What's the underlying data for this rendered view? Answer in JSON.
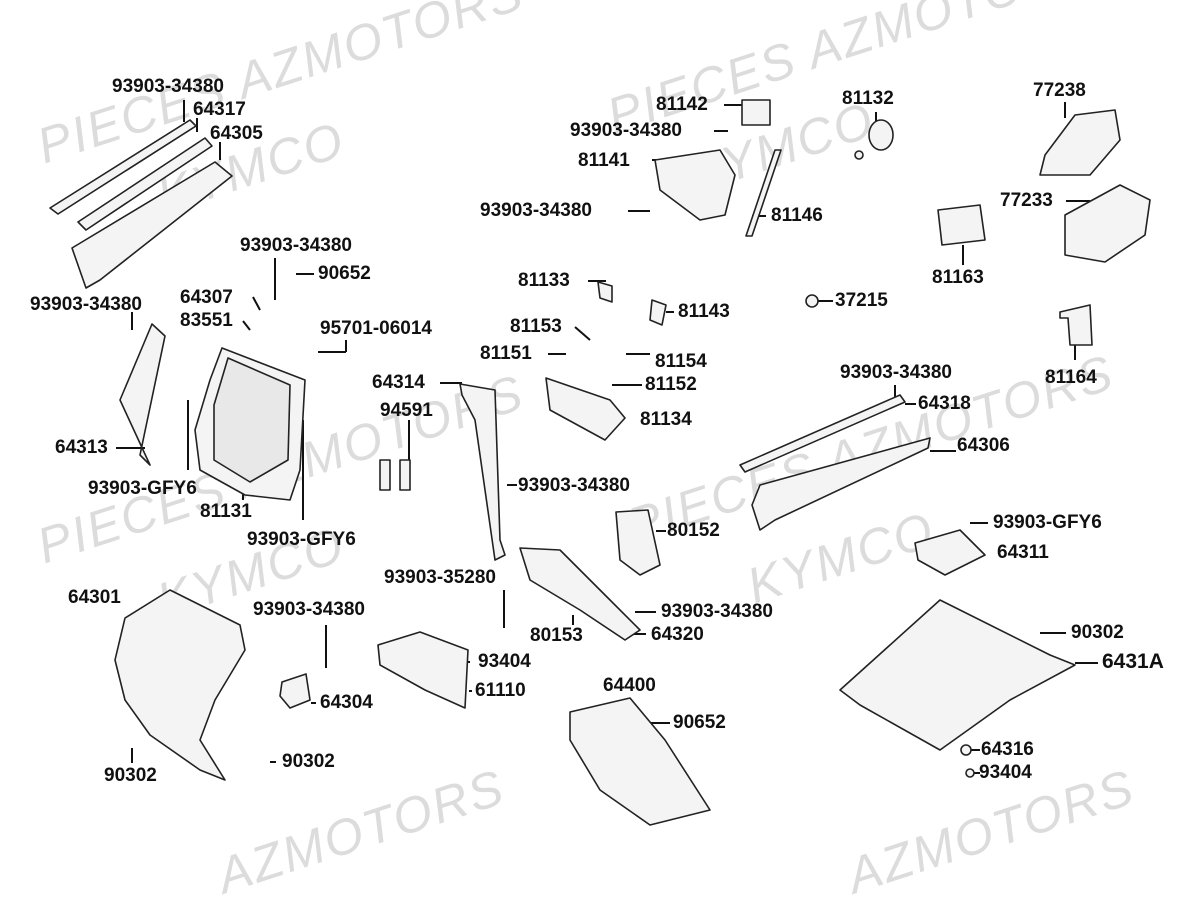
{
  "watermarks": [
    "PIECES AZMOTORS",
    "KYMCO",
    "PIECES AZMOTORS",
    "KYMCO",
    "PIECES AZMOTORS",
    "KYMCO",
    "PIECES AZMOTORS",
    "KYMCO",
    "AZMOTORS",
    "AZMOTORS"
  ],
  "labels": [
    "93903-34380",
    "64317",
    "64305",
    "93903-34380",
    "64313",
    "93903-GFY6",
    "81131",
    "93903-GFY6",
    "93903-34380",
    "90652",
    "64307",
    "83551",
    "95701-06014",
    "64314",
    "94591",
    "93903-34380",
    "81142",
    "93903-34380",
    "81141",
    "93903-34380",
    "81146",
    "81132",
    "77238",
    "77233",
    "81163",
    "81133",
    "81143",
    "37215",
    "81153",
    "81151",
    "81154",
    "81152",
    "81134",
    "81164",
    "93903-34380",
    "64318",
    "64306",
    "80152",
    "93903-GFY6",
    "64311",
    "93903-35280",
    "93903-34380",
    "80153",
    "64320",
    "64301",
    "93903-34380",
    "93404",
    "64304",
    "61110",
    "90302",
    "90302",
    "64400",
    "90652",
    "90302",
    "6431A",
    "64316",
    "93404"
  ],
  "colors": {
    "ink": "#111111",
    "part_fill": "#f4f4f4",
    "watermark": "#dcdcdc"
  }
}
